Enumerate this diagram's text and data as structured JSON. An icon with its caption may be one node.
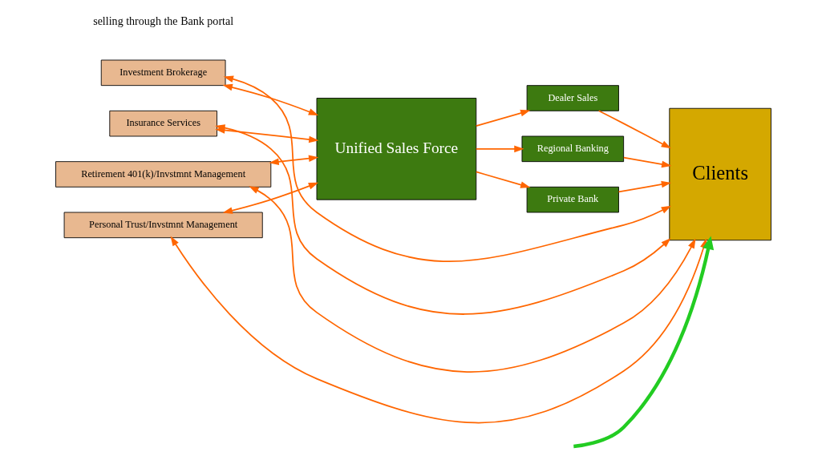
{
  "diagram": {
    "nodes": [
      {
        "text": [
          "Investment Brokerage"
        ]
      },
      {
        "text": [
          "Insurance Services"
        ]
      },
      {
        "text": [
          "Retirement 401(k)/Invstmnt Management"
        ]
      },
      {
        "text": [
          "Personal Trust/Invstmnt Management"
        ]
      },
      {
        "text": [
          "Unified Sales Force"
        ]
      },
      {
        "text": [
          "Dealer Sales"
        ]
      },
      {
        "text": [
          "Regional Banking"
        ]
      },
      {
        "text": [
          "Private Bank"
        ]
      },
      {
        "text": [
          "Clients"
        ]
      }
    ],
    "edges": [
      {
        "from": 0,
        "to": 4,
        "arrow": "both",
        "color": "#ff6600"
      },
      {
        "from": 1,
        "to": 4,
        "arrow": "both",
        "color": "#ff6600"
      },
      {
        "from": 2,
        "to": 4,
        "arrow": "both",
        "color": "#ff6600"
      },
      {
        "from": 3,
        "to": 4,
        "arrow": "both",
        "color": "#ff6600"
      },
      {
        "from": 0,
        "to": 8,
        "arrow": "both",
        "color": "#ff6600"
      },
      {
        "from": 1,
        "to": 8,
        "arrow": "both",
        "color": "#ff6600"
      },
      {
        "from": 2,
        "to": 8,
        "arrow": "both",
        "color": "#ff6600"
      },
      {
        "from": 3,
        "to": 8,
        "arrow": "both",
        "color": "#ff6600"
      },
      {
        "from": 4,
        "to": 5,
        "arrow": "to",
        "color": "#ff6600"
      },
      {
        "from": 4,
        "to": 6,
        "arrow": "to",
        "color": "#ff6600"
      },
      {
        "from": 4,
        "to": 7,
        "arrow": "to",
        "color": "#ff6600"
      },
      {
        "from": 5,
        "to": 8,
        "arrow": "to",
        "color": "#ff6600"
      },
      {
        "from": 6,
        "to": 8,
        "arrow": "to",
        "color": "#ff6600"
      },
      {
        "from": 7,
        "to": 8,
        "arrow": "to",
        "color": "#ff6600"
      },
      {
        "from": null,
        "to": 8,
        "arrow": "to",
        "style": "thick",
        "color": "#22cc22"
      }
    ],
    "labels": [
      "selling through the Bank portal"
    ]
  }
}
